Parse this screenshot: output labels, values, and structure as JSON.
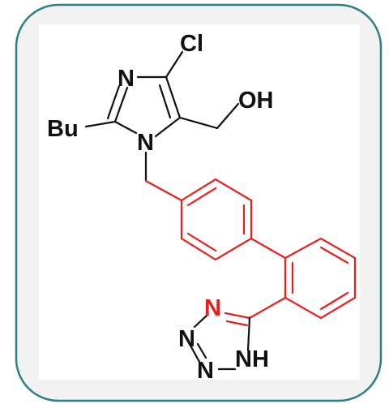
{
  "molecule": {
    "atoms": {
      "cl": "Cl",
      "oh": "OH",
      "n_ring_top": "N",
      "n_ring_bottom": "N",
      "bu": "Bu",
      "tetrazole_n_top": "N",
      "tetrazole_n_left": "N",
      "tetrazole_n_bottom": "N",
      "tetrazole_nh": "NH"
    },
    "colors": {
      "frame_border": "#2f7f86",
      "panel_bg": "#f2f2f2",
      "bond_default": "#111111",
      "highlight": "#e8201c"
    }
  }
}
